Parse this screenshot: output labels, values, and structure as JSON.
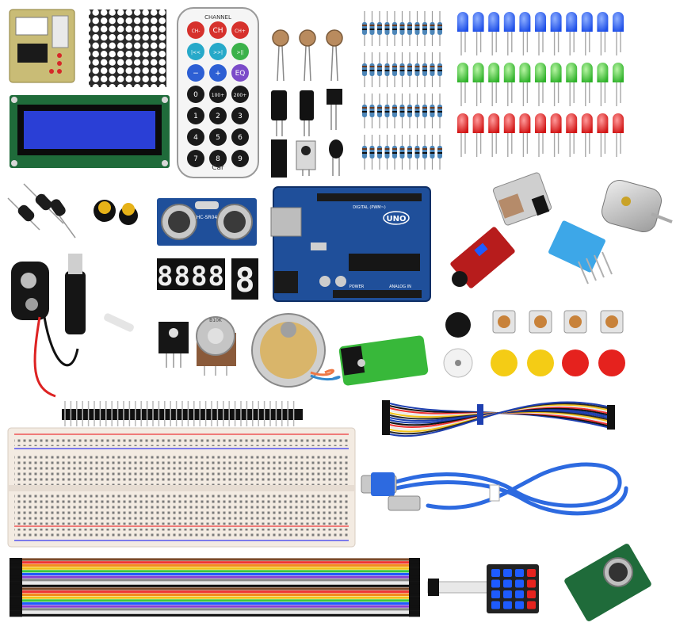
{
  "remote": {
    "header": "CHANNEL",
    "keys": [
      "CH-",
      "CH",
      "CH+",
      "|<<",
      ">>|",
      ">||",
      "−",
      "+",
      "EQ",
      "0",
      "100+",
      "200+",
      "1",
      "2",
      "3",
      "4",
      "5",
      "6",
      "7",
      "8",
      "9"
    ],
    "brand": "Car"
  },
  "arduino": {
    "logo": "UNO",
    "label_digital": "DIGITAL (PWM~)",
    "label_power": "POWER",
    "label_analog": "ANALOG IN"
  },
  "ultrasonic": {
    "label": "HC-SR04"
  },
  "segment": {
    "four_digit": "8888",
    "one_digit": "8"
  },
  "potentiometer": {
    "label": "B10K"
  },
  "colors": {
    "pcb_blue": "#1f4f9a",
    "pcb_green": "#1f6b3a",
    "lcd_blue": "#2a3fd6",
    "led_blue": "#1e5bff",
    "led_green": "#3ec93a",
    "led_red": "#e41e1e",
    "cable_blue": "#2d6ae0",
    "battery_green": "#38b83a",
    "cap_yellow": "#f4cc15",
    "cap_red": "#e5221e"
  }
}
